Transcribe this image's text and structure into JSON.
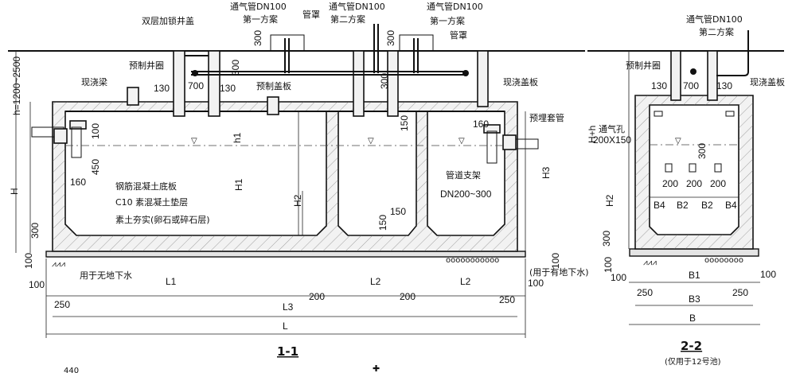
{
  "section_1": {
    "title": "1-1",
    "labels": {
      "double_cover": "双层加锁井盖",
      "vent_pipe_1": "通气管DN100",
      "scheme_1": "第一方案",
      "pipe_cover": "管罩",
      "vent_pipe_2": "通气管DN100",
      "scheme_2": "第二方案",
      "vent_pipe_3": "通气管DN100",
      "scheme_1b": "第一方案",
      "pipe_cover_b": "管罩",
      "precast_ring": "预制井圈",
      "cast_beam": "现浇梁",
      "precast_slab": "预制盖板",
      "cast_slab": "现浇盖板",
      "embedded_sleeve": "预埋套管",
      "pipe_support": "管道支架",
      "pipe_dn": "DN200~300",
      "rc_bottom": "钢筋混凝土底板",
      "c10_cushion": "C10 素混凝土垫层",
      "compacted_soil": "素土夯实(卵石或碎石层)",
      "no_groundwater": "用于无地下水",
      "with_groundwater": "(用于有地下水)"
    },
    "dims": {
      "h_range": "h=1200~2500",
      "H": "H",
      "h1": "h1",
      "H1": "H1",
      "H2": "H2",
      "H3": "H3",
      "d300a": "300",
      "d300b": "300",
      "d300c": "300",
      "d300d": "300",
      "d300e": "300",
      "d130a": "130",
      "d700": "700",
      "d130b": "130",
      "d100a": "100",
      "d450": "450",
      "d160a": "160",
      "d160b": "160",
      "d150a": "150",
      "d150b": "150",
      "d150c": "150",
      "d100b": "100",
      "d100c": "100",
      "d100d": "100",
      "d100e": "100",
      "d250a": "250",
      "d250b": "250",
      "d200a": "200",
      "d200b": "200",
      "L1": "L1",
      "L2a": "L2",
      "L2b": "L2",
      "L3": "L3",
      "L": "L"
    }
  },
  "section_2": {
    "title": "2-2",
    "subtitle": "(仅用于12号池)",
    "labels": {
      "vent_pipe": "通气管DN100",
      "scheme_2": "第二方案",
      "precast_ring": "预制井圈",
      "cast_slab": "现浇盖板",
      "vent_hole": "通气孔",
      "vent_hole_size": "200X150"
    },
    "dims": {
      "Hh": "H+h",
      "d130a": "130",
      "d700": "700",
      "d130b": "130",
      "d300a": "300",
      "d300b": "300",
      "d200a": "200",
      "d200b": "200",
      "d200c": "200",
      "B4a": "B4",
      "B2a": "B2",
      "B2b": "B2",
      "B4b": "B4",
      "H2": "H2",
      "d100a": "100",
      "d100b": "100",
      "d100c": "100",
      "d250a": "250",
      "d250b": "250",
      "B1": "B1",
      "B3": "B3",
      "B": "B"
    }
  },
  "page_number": "440"
}
